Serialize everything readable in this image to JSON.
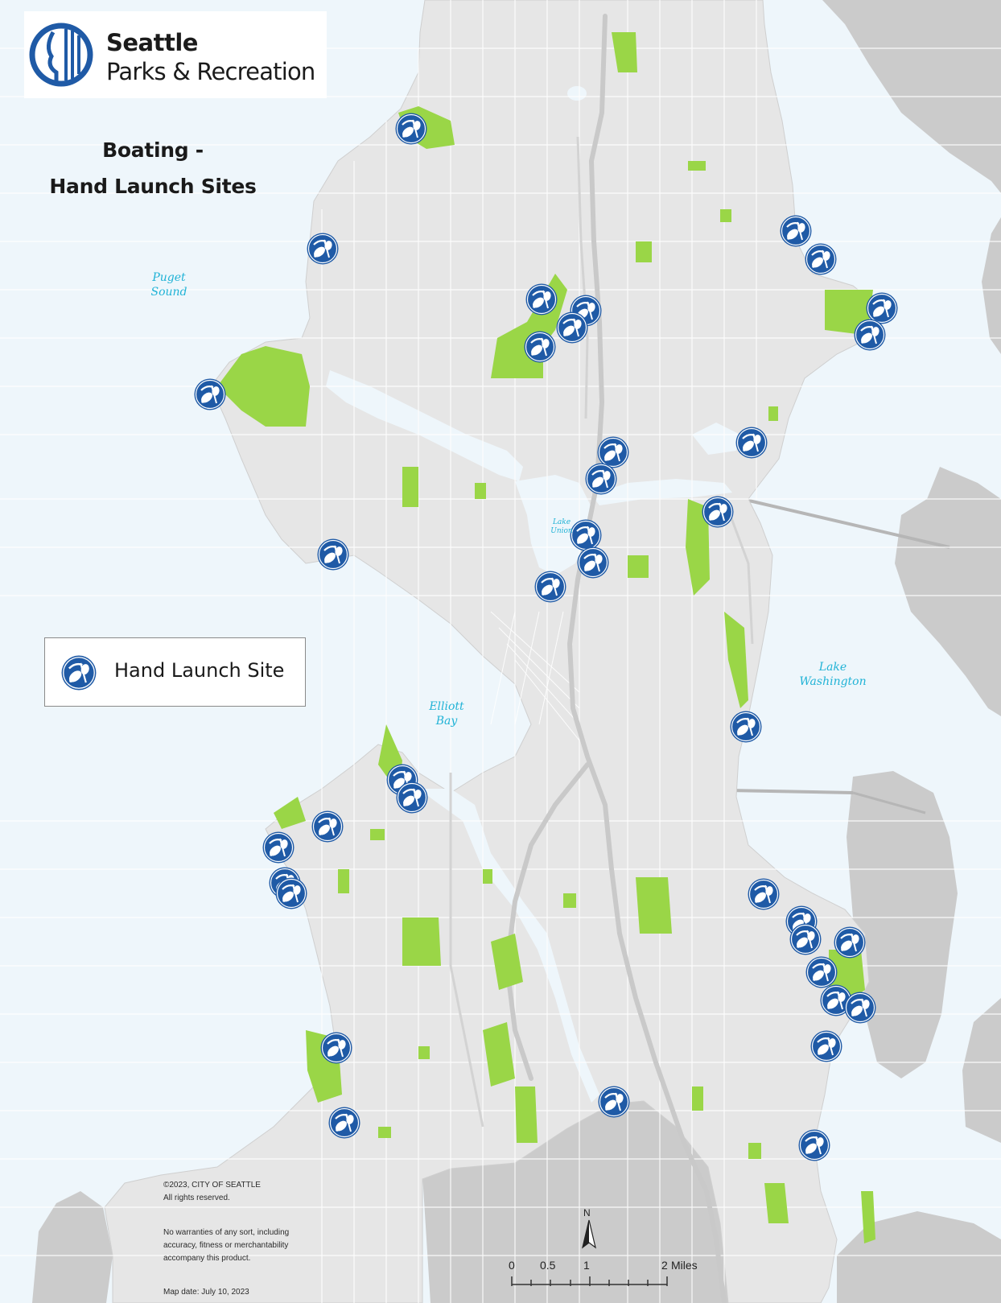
{
  "logo": {
    "line1": "Seattle",
    "line2": "Parks & Recreation",
    "brand_color": "#1f5aa6"
  },
  "title": {
    "line1": "Boating -",
    "line2": "Hand Launch Sites"
  },
  "water_labels": {
    "puget": [
      "Puget",
      "Sound"
    ],
    "elliott": [
      "Elliott",
      "Bay"
    ],
    "lake_wash": [
      "Lake",
      "Washington"
    ],
    "lake_union": [
      "Lake",
      "Union"
    ]
  },
  "legend": {
    "label": "Hand Launch Site",
    "icon": "kayak-paddle-icon"
  },
  "footer": {
    "copyright": "©2023, CITY OF SEATTLE",
    "rights": "All rights reserved.",
    "warranty1": "No warranties of any sort, including",
    "warranty2": "accuracy, fitness or merchantability",
    "warranty3": "accompany this product.",
    "map_date": "Map date: July 10, 2023"
  },
  "scale_bar": {
    "labels": [
      "0",
      "0.5",
      "1",
      "2"
    ],
    "unit": "Miles"
  },
  "north": "N",
  "colors": {
    "water": "#eef6fb",
    "land": "#e6e6e6",
    "other_land": "#cbcbcb",
    "park": "#9ad647",
    "marker": "#1f5aa6"
  }
}
